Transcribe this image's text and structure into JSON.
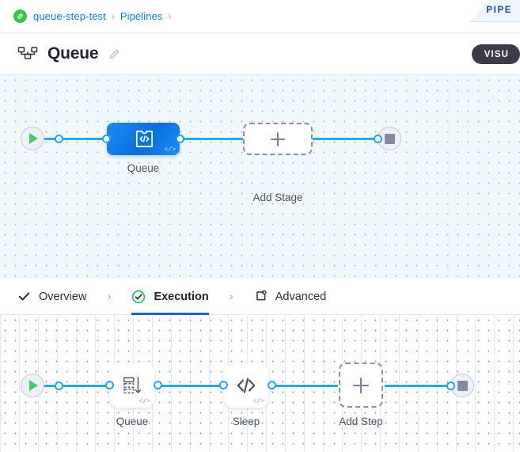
{
  "breadcrumb": {
    "project_icon": "link-badge-icon",
    "items": [
      {
        "label": "queue-step-test",
        "link": true
      },
      {
        "label": "Pipelines",
        "link": true
      }
    ],
    "separator": "›"
  },
  "pipeline_tab": {
    "label": "PIPE"
  },
  "header": {
    "icon": "pipeline-hierarchy-icon",
    "title": "Queue",
    "edit_icon": "pencil-icon",
    "visual_button_label": "VISU"
  },
  "stage_canvas": {
    "start_node": {
      "name": "start-node",
      "icon": "play-icon"
    },
    "end_node": {
      "name": "end-node",
      "icon": "stop-icon"
    },
    "stages": [
      {
        "label": "Queue",
        "icon": "code-block-icon",
        "badge": "</>",
        "selected": true
      }
    ],
    "add_stage": {
      "label": "Add Stage",
      "icon": "plus-icon"
    }
  },
  "tabs": {
    "items": [
      {
        "label": "Overview",
        "icon": "check-icon",
        "active": false
      },
      {
        "label": "Execution",
        "icon": "check-circle-icon",
        "active": true
      },
      {
        "label": "Advanced",
        "icon": "settings-frame-icon",
        "active": false
      }
    ],
    "separator": "›"
  },
  "step_canvas": {
    "start_node": {
      "name": "start-node",
      "icon": "play-icon"
    },
    "end_node": {
      "name": "end-node",
      "icon": "stop-icon"
    },
    "steps": [
      {
        "label": "Queue",
        "icon": "queue-stack-icon",
        "badge": "</>"
      },
      {
        "label": "Sleep",
        "icon": "code-icon",
        "badge": "</>"
      }
    ],
    "add_step": {
      "label": "Add Step",
      "icon": "plus-icon"
    }
  },
  "colors": {
    "accent_blue": "#28a8ec",
    "stage_blue": "#0a6fe0",
    "active_tab": "#1767c8",
    "success_green": "#39c64c",
    "link_blue": "#0b7fd4",
    "canvas_top_bg": "#f1f8fc",
    "dark_pill": "#3b3b4a"
  }
}
